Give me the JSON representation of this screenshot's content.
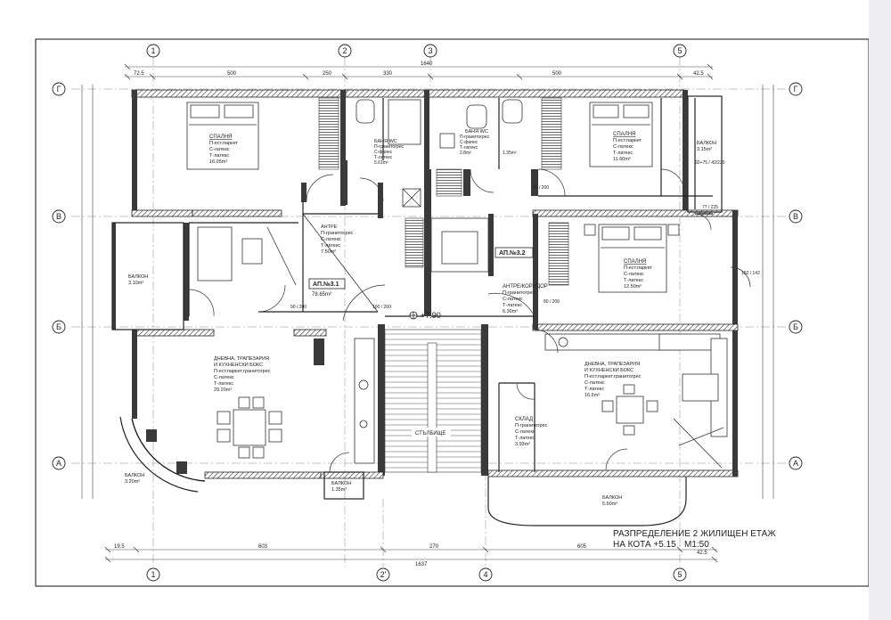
{
  "title": {
    "line1": "РАЗПРЕДЕЛЕНИЕ 2 ЖИЛИЩЕН ЕТАЖ",
    "line2": "НА КОТА +5.15",
    "scale": "М1:50"
  },
  "axes": {
    "columns_top": [
      "1",
      "2",
      "3",
      "5"
    ],
    "columns_bottom": [
      "1",
      "2'",
      "4",
      "5"
    ],
    "rows": [
      "Г",
      "В",
      "Б",
      "А"
    ]
  },
  "dimensions": {
    "top": [
      "72.5",
      "500",
      "250",
      "330",
      "500",
      "42.5"
    ],
    "top_total": "1640",
    "bottom": [
      "19.5",
      "603",
      "270",
      "605",
      "42.5"
    ],
    "bottom_total": "1637"
  },
  "apartments": {
    "ap1": "АП.№3.1",
    "ap1_area": "78.65m²",
    "ap2": "АП.№3.2"
  },
  "level_mark": "+7.90",
  "rooms": {
    "bedroom1": {
      "name": "СПАЛНЯ",
      "l1": "П-ест.паркет",
      "l2": "С-латекс",
      "l3": "Т-латекс",
      "area": "16.05m²"
    },
    "bath1": {
      "name": "БАНЯ WC",
      "l1": "П-гранитогрес",
      "l2": "С-фаянс",
      "l3": "Т-латекс",
      "area": "5.61m²"
    },
    "bath2": {
      "name": "БАНЯ WC",
      "l1": "П-гранитогрес",
      "l2": "С-фаянс",
      "l3": "Т-латекс",
      "area": "2.8m²"
    },
    "wc2": {
      "area": "1.35m²"
    },
    "bedroom2": {
      "name": "СПАЛНЯ",
      "l1": "П-ест.паркет",
      "l2": "С-латекс",
      "l3": "Т-латекс",
      "area": "11.60m²"
    },
    "balcony_ne": {
      "name": "БАЛКОН",
      "area": "3.15m²"
    },
    "balcony_w": {
      "name": "БАЛКОН",
      "area": "3.10m²"
    },
    "hall1": {
      "name": "АНТРЕ",
      "l1": "П-гранитогрес",
      "l2": "С-латекс",
      "l3": "Т-латекс",
      "area": "7.50m²"
    },
    "bedroom3": {
      "name": "СПАЛНЯ",
      "l1": "П-ест.паркет",
      "l2": "С-латекс",
      "l3": "Т-латекс",
      "area": "12.50m²"
    },
    "hall2": {
      "name": "АНТРЕ/КОРИДОР",
      "l1": "П-гранитогрес",
      "l2": "С-латекс",
      "l3": "Т-латекс",
      "area": "6.30m²"
    },
    "living1": {
      "name": "ДНЕВНА, ТРАПЕЗАРИЯ",
      "name2": "И КУХНЕНСКИ БОКС",
      "l1": "П-ест.паркет.гранитогрес",
      "l2": "С-латекс",
      "l3": "Т-латекс",
      "area": "29.20m²"
    },
    "living2": {
      "name": "ДНЕВНА, ТРАПЕЗАРИЯ",
      "name2": "И КУХНЕНСКИ БОКС",
      "l1": "П-ест.паркет.гранитогрес",
      "l2": "С-латекс",
      "l3": "Т-латекс",
      "area": "16.6m²"
    },
    "storage": {
      "name": "СКЛАД",
      "l1": "П-гранитогрес",
      "l2": "С-латекс",
      "l3": "Т-латекс",
      "area": "3.93m²"
    },
    "stairs": {
      "name": "СТЪЛБИЩЕ"
    },
    "balcony_sw": {
      "name": "БАЛКОН",
      "area": "3.20m²"
    },
    "balcony_s1": {
      "name": "БАЛКОН",
      "area": "1.35m²"
    },
    "balcony_s2": {
      "name": "БАЛКОН",
      "area": "5.60m²"
    }
  },
  "doors": {
    "d1": "90\n200",
    "d2": "100\n200",
    "d3": "80\n200",
    "d4": "80\n200",
    "d5": "77\n225",
    "d6": "152\n142",
    "d7": "92+75\n42/225"
  },
  "colors": {
    "wall": "#3a3a3a",
    "line": "#222222",
    "background": "#ffffff",
    "side_strip": "#eeeef1"
  }
}
